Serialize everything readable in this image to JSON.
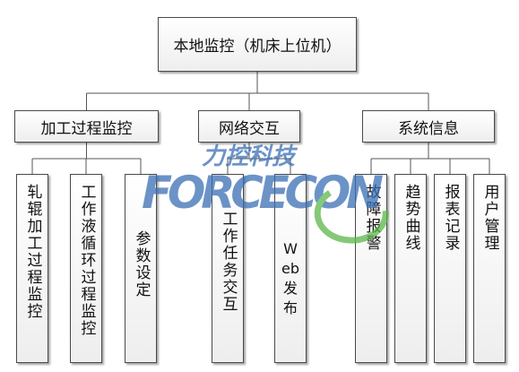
{
  "root": {
    "label": "本地监控（机床上位机）"
  },
  "branches": [
    {
      "label": "加工过程监控",
      "children": [
        {
          "label": "轧辊加工过程监控"
        },
        {
          "label": "工作液循环过程监控"
        },
        {
          "label": "参数设定"
        }
      ]
    },
    {
      "label": "网络交互",
      "children": [
        {
          "label": "工作任务交互"
        },
        {
          "label": "Web发布"
        }
      ]
    },
    {
      "label": "系统信息",
      "children": [
        {
          "label": "故障报警"
        },
        {
          "label": "趋势曲线"
        },
        {
          "label": "报表记录"
        },
        {
          "label": "用户管理"
        }
      ]
    }
  ],
  "watermark": {
    "line1": "力控科技",
    "line2": "FORCECON"
  },
  "colors": {
    "line": "#555555",
    "watermark_blue": "#3a6fb5",
    "watermark_green": "#5cb84a"
  }
}
